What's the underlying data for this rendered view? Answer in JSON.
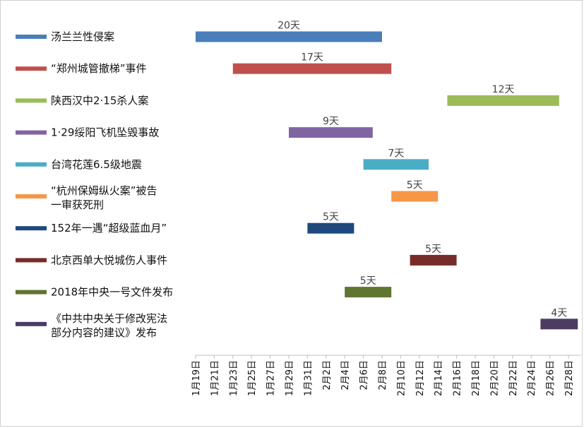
{
  "chart_data": {
    "type": "bar",
    "orientation": "horizontal",
    "title": "",
    "xlabel": "",
    "ylabel": "",
    "x_axis": "date",
    "xlim": [
      "1月19日",
      "2月28日"
    ],
    "grid": false,
    "legend": "left",
    "x_ticks": [
      "1月19日",
      "1月21日",
      "1月23日",
      "1月25日",
      "1月27日",
      "1月29日",
      "1月31日",
      "2月2日",
      "2月4日",
      "2月6日",
      "2月8日",
      "2月10日",
      "2月12日",
      "2月14日",
      "2月16日",
      "2月18日",
      "2月20日",
      "2月22日",
      "2月24日",
      "2月26日",
      "2月28日"
    ],
    "series": [
      {
        "name": "汤兰兰性侵案",
        "legend_lines": [
          "汤兰兰性侵案"
        ],
        "start": "1月19日",
        "end": "2月8日",
        "label": "20天",
        "color": "#4a7ebb"
      },
      {
        "name": "“郑州城管撤梯”事件",
        "legend_lines": [
          "“郑州城管撤梯”事件"
        ],
        "start": "1月23日",
        "end": "2月9日",
        "label": "17天",
        "color": "#c0504d"
      },
      {
        "name": "陕西汉中2·15杀人案",
        "legend_lines": [
          "陕西汉中2·15杀人案"
        ],
        "start": "2月15日",
        "end": "2月27日",
        "label": "12天",
        "color": "#9bbb59"
      },
      {
        "name": "1·29绥阳飞机坠毁事故",
        "legend_lines": [
          "1·29绥阳飞机坠毁事故"
        ],
        "start": "1月29日",
        "end": "2月7日",
        "label": "9天",
        "color": "#8064a2"
      },
      {
        "name": "台湾花莲6.5级地震",
        "legend_lines": [
          "台湾花莲6.5级地震"
        ],
        "start": "2月6日",
        "end": "2月13日",
        "label": "7天",
        "color": "#4bacc6"
      },
      {
        "name": "“杭州保姆纵火案”被告一审获死刑",
        "legend_lines": [
          "“杭州保姆纵火案”被告",
          "一审获死刑"
        ],
        "start": "2月9日",
        "end": "2月14日",
        "label": "5天",
        "color": "#f79646"
      },
      {
        "name": "152年一遇“超级蓝血月”",
        "legend_lines": [
          "152年一遇“超级蓝血月”"
        ],
        "start": "1月31日",
        "end": "2月5日",
        "label": "5天",
        "color": "#1f497d"
      },
      {
        "name": "北京西单大悦城伤人事件",
        "legend_lines": [
          "北京西单大悦城伤人事件"
        ],
        "start": "2月11日",
        "end": "2月16日",
        "label": "5天",
        "color": "#772c2a"
      },
      {
        "name": "2018年中央一号文件发布",
        "legend_lines": [
          "2018年中央一号文件发布"
        ],
        "start": "2月4日",
        "end": "2月9日",
        "label": "5天",
        "color": "#5f7530"
      },
      {
        "name": "《中共中央关于修改宪法部分内容的建议》发布",
        "legend_lines": [
          "《中共中央关于修改宪法",
          "部分内容的建议》发布"
        ],
        "start": "2月25日",
        "end": "2月29日",
        "label": "4天",
        "color": "#4d3b62"
      }
    ]
  }
}
